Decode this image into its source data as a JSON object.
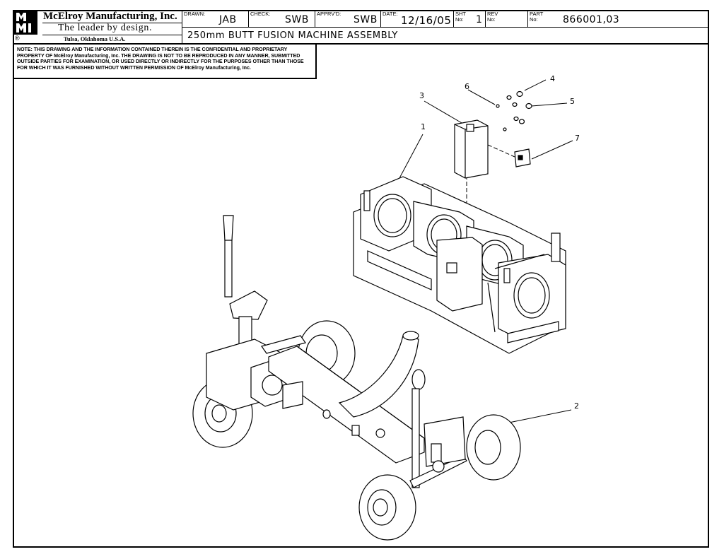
{
  "title_block": {
    "company": "McElroy Manufacturing, Inc.",
    "tagline": "The leader by design.",
    "location": "Tulsa, Oklahoma U.S.A.",
    "registered_mark": "®",
    "logo_letters": [
      "M",
      "M",
      "MI"
    ],
    "drawn_label": "DRAWN:",
    "drawn_value": "JAB",
    "check_label": "CHECK:",
    "check_value": "SWB",
    "apprvd_label": "APPRV'D:",
    "apprvd_value": "SWB",
    "date_label": "DATE:",
    "date_value": "12/16/05",
    "sht_label": "SHT No:",
    "sht_value": "1",
    "rev_label": "REV No:",
    "rev_value": "",
    "part_label": "PART No:",
    "part_value": "866001,03",
    "drawing_title": "250mm BUTT FUSION MACHINE ASSEMBLY"
  },
  "note": "NOTE: THIS DRAWING AND THE INFORMATION CONTAINED THEREIN IS THE CONFIDENTIAL AND PROPRIETARY PROPERTY OF McElroy Manufacturing, Inc. THE DRAWING IS NOT TO BE REPRODUCED IN ANY MANNER, SUBMITTED OUTSIDE PARTIES FOR EXAMINATION, OR USED DIRECTLY OR INDIRECTLY FOR THE PURPOSES OTHER THAN THOSE FOR WHICH IT WAS FURNISHED WITHOUT WRITTEN PERMISSION OF McElroy Manufacturing, Inc.",
  "callouts": [
    "1",
    "2",
    "3",
    "4",
    "5",
    "6",
    "7"
  ]
}
